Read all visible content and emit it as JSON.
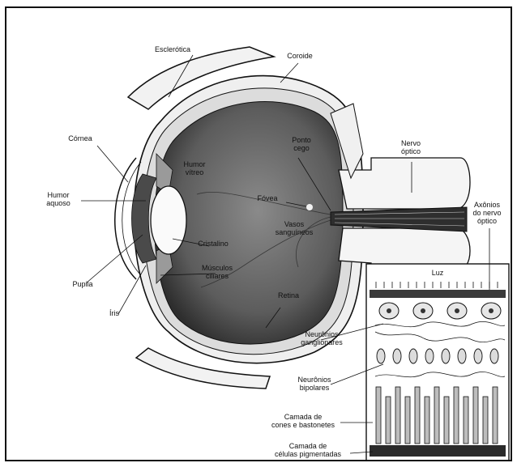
{
  "labels": {
    "esclerotica": "Esclerótica",
    "coroide": "Coroide",
    "cornea": "Córnea",
    "humor_vitreo": "Humor\nvítreo",
    "ponto_cego": "Ponto\ncego",
    "nervo_optico": "Nervo\nóptico",
    "humor_aquoso": "Humor\naquoso",
    "fovea": "Fóvea",
    "vasos_sanguineos": "Vasos\nsanguíneos",
    "axonios_nervo_optico": "Axônios\ndo nervo\nóptico",
    "cristalino": "Cristalino",
    "musculos_ciliares": "Músculos\nciliares",
    "pupila": "Pupila",
    "iris": "Íris",
    "luz": "Luz",
    "retina": "Retina",
    "neuronios_ganglionares": "Neurônios\nganglionares",
    "neuronios_bipolares": "Neurônios\nbipolares",
    "camada_cones_bastonetes": "Camada de\ncones e bastonetes",
    "camada_celulas_pigmentadas": "Camada de\ncélulas pigmentadas"
  },
  "colors": {
    "vitreous": "#6a6a6a",
    "vitreous_dark": "#3a3a3a",
    "line": "#111111",
    "paper": "#ffffff"
  }
}
